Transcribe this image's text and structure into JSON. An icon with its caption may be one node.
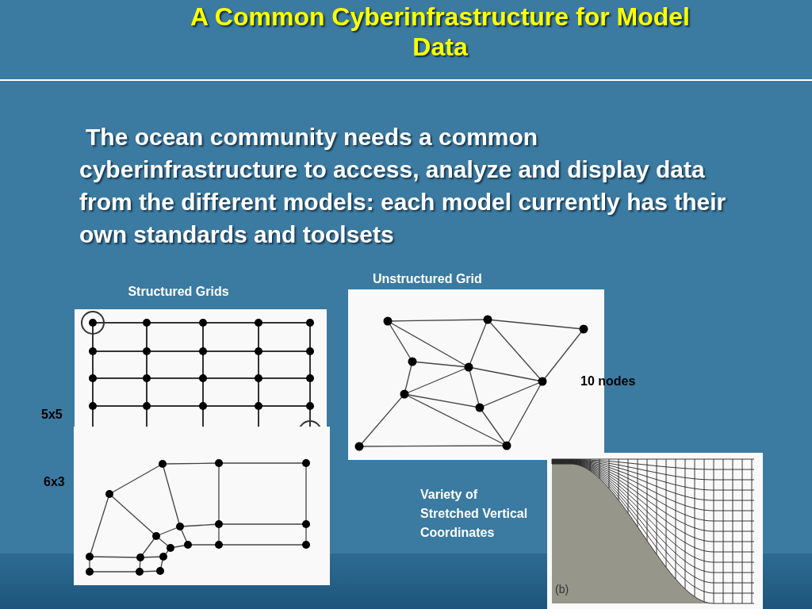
{
  "diagram": {
    "title": "A Common Cyberinfrastructure for Model Data",
    "labels": [
      "The ocean community needs a common cyberinfrastructure to access, analyze and display data from the different models:  each model currently has their own standards and toolsets",
      "Unstructured Grid",
      "Structured Grids",
      "10 nodes",
      "5x5",
      "6x3",
      "Variety of Stretched Vertical Coordinates",
      "(b)"
    ]
  }
}
